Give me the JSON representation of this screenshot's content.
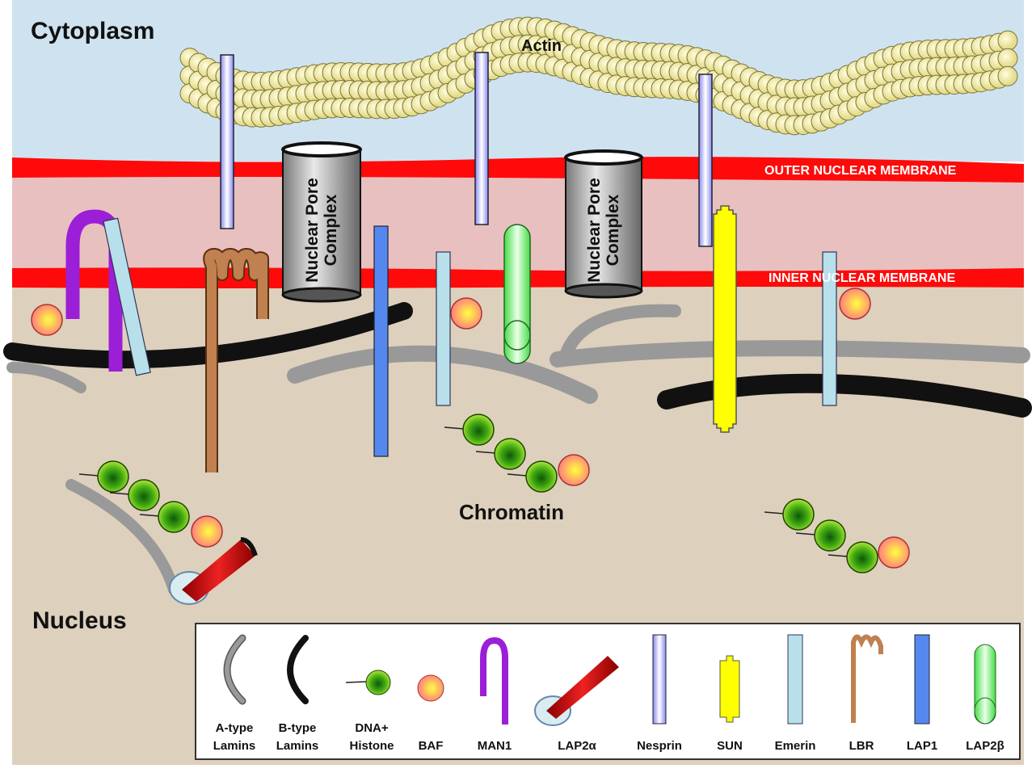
{
  "regions": {
    "cytoplasm": "Cytoplasm",
    "nucleus": "Nucleus",
    "actin": "Actin",
    "chromatin": "Chromatin",
    "outer_membrane": "OUTER NUCLEAR MEMBRANE",
    "inner_membrane": "INNER NUCLEAR MEMBRANE",
    "npc_line1": "Nuclear Pore",
    "npc_line2": "Complex"
  },
  "legend": {
    "items": [
      {
        "line1": "A-type",
        "line2": "Lamins",
        "icon": "a-type-lamin-icon"
      },
      {
        "line1": "B-type",
        "line2": "Lamins",
        "icon": "b-type-lamin-icon"
      },
      {
        "line1": "DNA+",
        "line2": "Histone",
        "icon": "histone-icon"
      },
      {
        "line1": "",
        "line2": "BAF",
        "icon": "baf-icon"
      },
      {
        "line1": "",
        "line2": "MAN1",
        "icon": "man1-icon"
      },
      {
        "line1": "",
        "line2": "LAP2α",
        "icon": "lap2-alpha-icon"
      },
      {
        "line1": "",
        "line2": "Nesprin",
        "icon": "nesprin-icon"
      },
      {
        "line1": "",
        "line2": "SUN",
        "icon": "sun-icon"
      },
      {
        "line1": "",
        "line2": "Emerin",
        "icon": "emerin-icon"
      },
      {
        "line1": "",
        "line2": "LBR",
        "icon": "lbr-icon"
      },
      {
        "line1": "",
        "line2": "LAP1",
        "icon": "lap1-icon"
      },
      {
        "line1": "",
        "line2": "LAP2β",
        "icon": "lap2-beta-icon"
      }
    ]
  },
  "colors": {
    "cytoplasm": "#cfe2f0",
    "membrane": "#ff0a0a",
    "intermembrane": "#e8c0c0",
    "nucleoplasm": "#ddd0bd",
    "actin": "#f4eeaa",
    "a_lamin": "#999999",
    "b_lamin": "#111111",
    "man1": "#9b1fd6",
    "lap2_alpha": "#cc1111",
    "nesprin": "#c8c8ff",
    "sun": "#ffff00",
    "emerin": "#b8e0ea",
    "lbr": "#c08050",
    "lap1": "#5588ee",
    "lap2_beta": "#88ff88",
    "histone": "#44aa11",
    "baf": "#ffb070"
  }
}
